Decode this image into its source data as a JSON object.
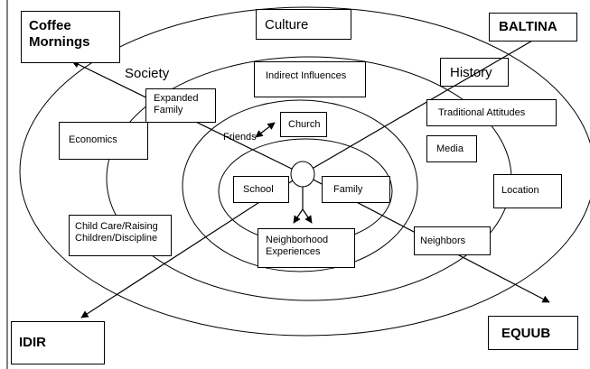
{
  "diagram": {
    "rings": {
      "outer": "Culture",
      "society": "Society",
      "history": "History"
    },
    "corner_boxes": {
      "top_left": "Coffee Mornings",
      "top_right": "BALTINA",
      "bottom_left": "IDIR",
      "bottom_right": "EQUUB"
    },
    "boxes": {
      "indirect_influences": "Indirect Influences",
      "expanded_family": "Expanded Family",
      "economics": "Economics",
      "traditional_attitudes": "Traditional Attitudes",
      "media": "Media",
      "location": "Location",
      "church": "Church",
      "school": "School",
      "family": "Family",
      "neighborhood_experiences": "Neighborhood Experiences",
      "child_care": "Child Care/Raising Children/Discipline",
      "neighbors": "Neighbors"
    },
    "labels": {
      "friends": "Friends"
    }
  }
}
